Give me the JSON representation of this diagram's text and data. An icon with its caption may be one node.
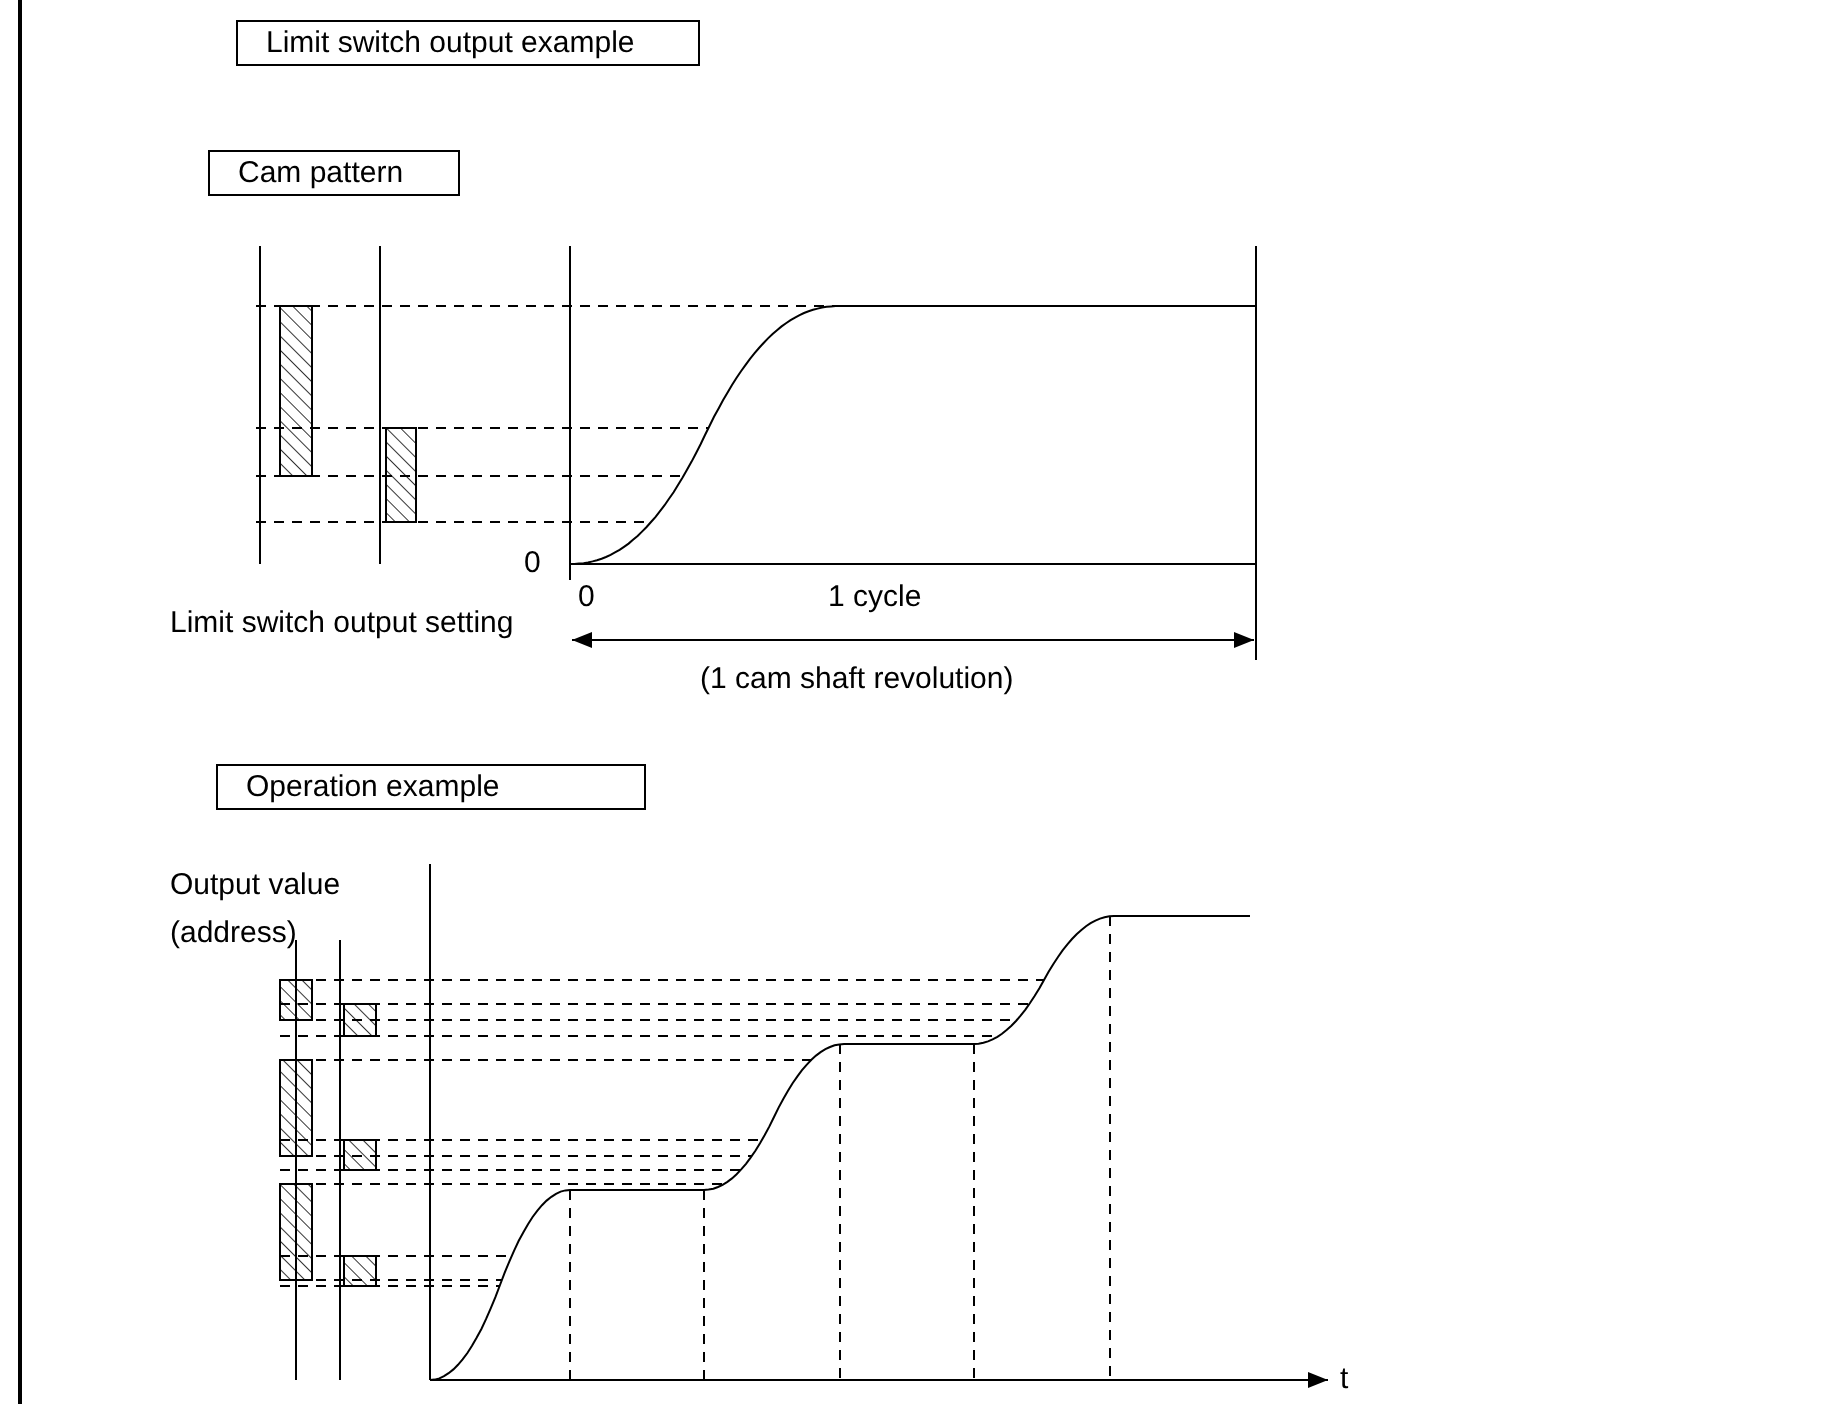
{
  "diagram": {
    "nodes": [
      {
        "text": [
          "Limit switch output example"
        ]
      },
      {
        "text": [
          "Cam pattern"
        ]
      },
      {
        "text": [
          "Operation example"
        ]
      }
    ],
    "labels": [
      "0",
      "0",
      "1 cycle",
      "Limit switch output setting",
      "(1 cam shaft revolution)",
      "Output value (address)",
      "t"
    ]
  }
}
